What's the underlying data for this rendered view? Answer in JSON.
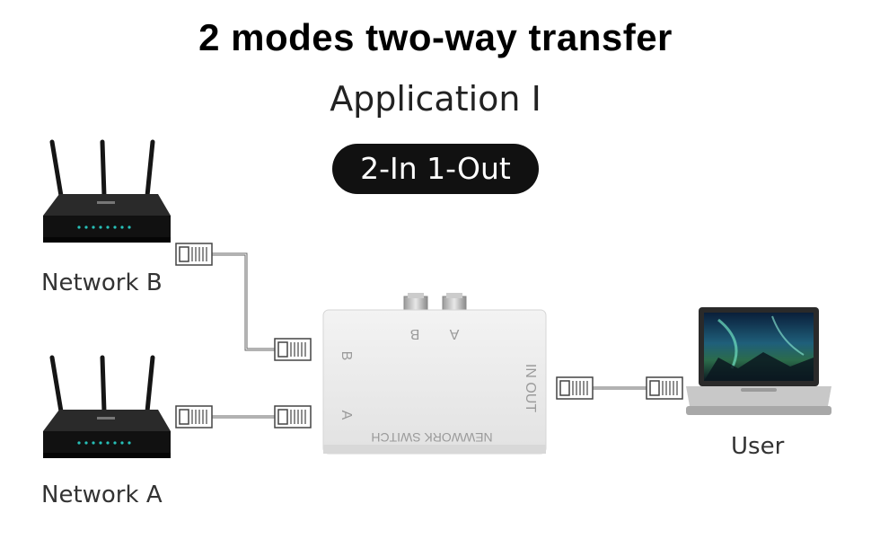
{
  "title": "2 modes two-way transfer",
  "subtitle": "Application I",
  "mode_badge": "2-In  1-Out",
  "devices": {
    "network_b_label": "Network B",
    "network_a_label": "Network A",
    "user_label": "User"
  },
  "switch": {
    "port_b": "B",
    "port_a": "A",
    "out_port": "IN OUT",
    "body_text": "NEWWORK SWITCH",
    "knob_b": "B",
    "knob_a": "A"
  },
  "colors": {
    "router": "#1a1a1a",
    "switch_body": "#ececec",
    "cable": "#666666",
    "badge": "#111111"
  }
}
